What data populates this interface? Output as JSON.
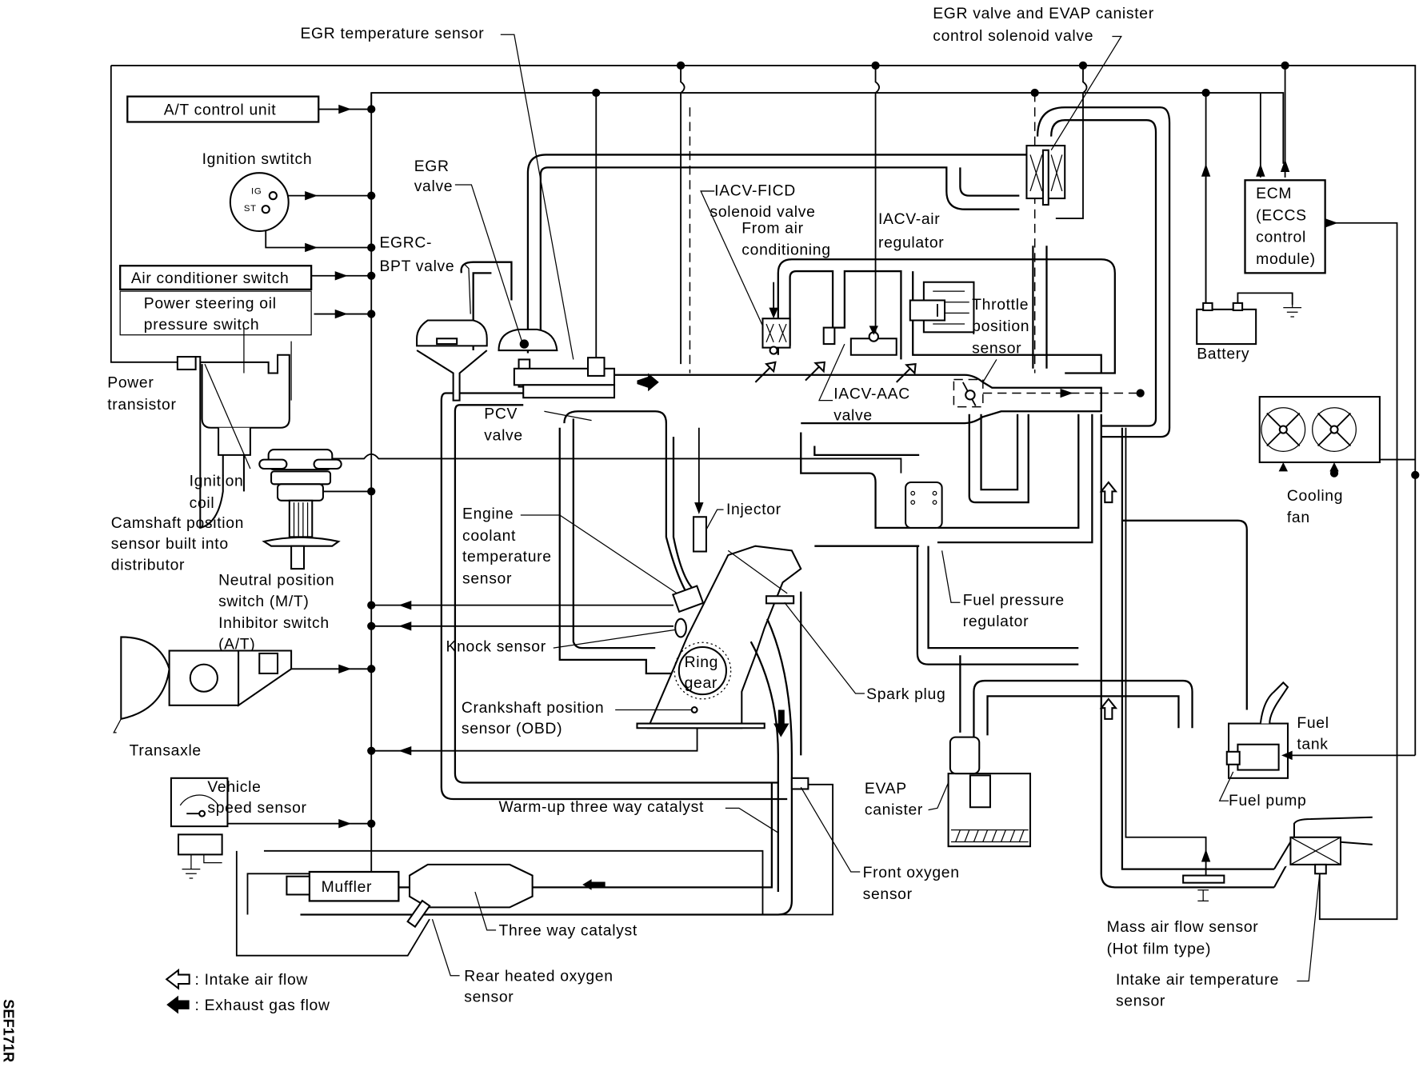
{
  "figure_code": "SEF171R",
  "colors": {
    "ink": "#000000",
    "paper": "#ffffff"
  },
  "labels": {
    "egr_temperature_sensor": "EGR temperature sensor",
    "egr_evap_solenoid_line1": "EGR valve and EVAP canister",
    "egr_evap_solenoid_line2": "control solenoid valve",
    "at_control_unit": "A/T control unit",
    "ignition_switch": "Ignition swtitch",
    "ignition_switch_ig": "IG",
    "ignition_switch_st": "ST",
    "egr_valve_line1": "EGR",
    "egr_valve_line2": "valve",
    "egrc_bpt_line1": "EGRC-",
    "egrc_bpt_line2": "BPT valve",
    "air_conditioner_switch": "Air conditioner switch",
    "power_steering_line1": "Power steering oil",
    "power_steering_line2": "pressure switch",
    "power_transistor_line1": "Power",
    "power_transistor_line2": "transistor",
    "ignition_coil_line1": "Ignition",
    "ignition_coil_line2": "coil",
    "camshaft_line1": "Camshaft position",
    "camshaft_line2": "sensor built into",
    "camshaft_line3": "distributor",
    "neutral_line1": "Neutral position",
    "neutral_line2": "switch (M/T)",
    "neutral_line3": "Inhibitor switch",
    "neutral_line4": "(A/T)",
    "transaxle": "Transaxle",
    "vehicle_speed_line1": "Vehicle",
    "vehicle_speed_line2": "speed sensor",
    "muffler": "Muffler",
    "three_way_catalyst": "Three way catalyst",
    "warmup_catalyst": "Warm-up three way catalyst",
    "rear_o2_line1": "Rear heated oxygen",
    "rear_o2_line2": "sensor",
    "front_o2_line1": "Front oxygen",
    "front_o2_line2": "sensor",
    "iacv_ficd_line1": "IACV-FICD",
    "iacv_ficd_line2": "solenoid valve",
    "from_ac_line1": "From air",
    "from_ac_line2": "conditioning",
    "iacv_air_line1": "IACV-air",
    "iacv_air_line2": "regulator",
    "throttle_line1": "Throttle",
    "throttle_line2": "position",
    "throttle_line3": "sensor",
    "iacv_aac_line1": "IACV-AAC",
    "iacv_aac_line2": "valve",
    "pcv_line1": "PCV",
    "pcv_line2": "valve",
    "injector": "Injector",
    "ect_line1": "Engine",
    "ect_line2": "coolant",
    "ect_line3": "temperature",
    "ect_line4": "sensor",
    "knock_sensor": "Knock sensor",
    "ring_gear_line1": "Ring",
    "ring_gear_line2": "gear",
    "crank_line1": "Crankshaft position",
    "crank_line2": "sensor (OBD)",
    "fuel_pressure_line1": "Fuel pressure",
    "fuel_pressure_line2": "regulator",
    "spark_plug": "Spark plug",
    "evap_line1": "EVAP",
    "evap_line2": "canister",
    "maf_line1": "Mass air flow sensor",
    "maf_line2": "(Hot film type)",
    "iat_line1": "Intake air temperature",
    "iat_line2": "sensor",
    "ecm_line1": "ECM",
    "ecm_line2": "(ECCS",
    "ecm_line3": "control",
    "ecm_line4": "module)",
    "battery": "Battery",
    "cooling_fan_line1": "Cooling",
    "cooling_fan_line2": "fan",
    "fuel_tank_line1": "Fuel",
    "fuel_tank_line2": "tank",
    "fuel_pump": "Fuel pump"
  },
  "legend": [
    {
      "icon": "hollow-arrow-left-icon",
      "text": ": Intake air flow"
    },
    {
      "icon": "solid-arrow-left-icon",
      "text": ": Exhaust gas flow"
    }
  ]
}
